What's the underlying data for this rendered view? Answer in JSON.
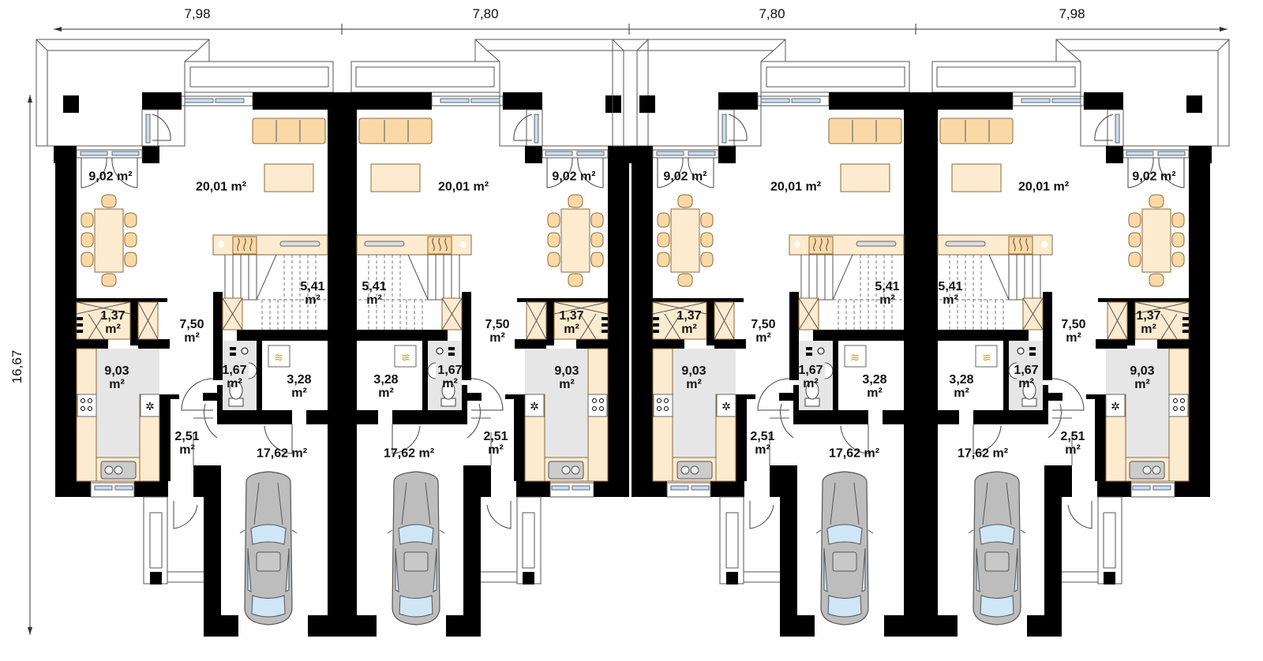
{
  "plan": {
    "type": "floor-plan",
    "description": "Ground floor plan of four terraced houses with garages",
    "dimensions": {
      "widths": [
        "7,98",
        "7,80",
        "7,80",
        "7,98"
      ],
      "depth": "16,67"
    },
    "units": [
      {
        "id": "unit-1",
        "orientation": "normal",
        "rooms": {
          "living": "20,01 m²",
          "terrace": "9,02 m²",
          "stairs": {
            "value": "5,41",
            "unit": "m²"
          },
          "pantry": {
            "value": "1,37",
            "unit": "m²"
          },
          "hall": {
            "value": "7,50",
            "unit": "m²"
          },
          "kitchen": {
            "value": "9,03",
            "unit": "m²"
          },
          "wc": {
            "value": "1,67",
            "unit": "m²"
          },
          "boiler": {
            "value": "3,28",
            "unit": "m²"
          },
          "vestibule": {
            "value": "2,51",
            "unit": "m²"
          },
          "garage": "17,62 m²"
        }
      },
      {
        "id": "unit-2",
        "orientation": "mirrored",
        "rooms": {
          "living": "20,01 m²",
          "terrace": "9,02 m²",
          "stairs": {
            "value": "5,41",
            "unit": "m²"
          },
          "pantry": {
            "value": "1,37",
            "unit": "m²"
          },
          "hall": {
            "value": "7,50",
            "unit": "m²"
          },
          "kitchen": {
            "value": "9,03",
            "unit": "m²"
          },
          "wc": {
            "value": "1,67",
            "unit": "m²"
          },
          "boiler": {
            "value": "3,28",
            "unit": "m²"
          },
          "vestibule": {
            "value": "2,51",
            "unit": "m²"
          },
          "garage": "17,62 m²"
        }
      },
      {
        "id": "unit-3",
        "orientation": "normal",
        "rooms": {
          "living": "20,01 m²",
          "terrace": "9,02 m²",
          "stairs": {
            "value": "5,41",
            "unit": "m²"
          },
          "pantry": {
            "value": "1,37",
            "unit": "m²"
          },
          "hall": {
            "value": "7,50",
            "unit": "m²"
          },
          "kitchen": {
            "value": "9,03",
            "unit": "m²"
          },
          "wc": {
            "value": "1,67",
            "unit": "m²"
          },
          "boiler": {
            "value": "3,28",
            "unit": "m²"
          },
          "vestibule": {
            "value": "2,51",
            "unit": "m²"
          },
          "garage": "17,62 m²"
        }
      },
      {
        "id": "unit-4",
        "orientation": "mirrored",
        "rooms": {
          "living": "20,01 m²",
          "terrace": "9,02 m²",
          "stairs": {
            "value": "5,41",
            "unit": "m²"
          },
          "pantry": {
            "value": "1,37",
            "unit": "m²"
          },
          "hall": {
            "value": "7,50",
            "unit": "m²"
          },
          "kitchen": {
            "value": "9,03",
            "unit": "m²"
          },
          "wc": {
            "value": "1,67",
            "unit": "m²"
          },
          "boiler": {
            "value": "3,28",
            "unit": "m²"
          },
          "vestibule": {
            "value": "2,51",
            "unit": "m²"
          },
          "garage": "17,62 m²"
        }
      }
    ],
    "icons": [
      "sofa-icon",
      "coffee-table-icon",
      "dining-table-icon",
      "fireplace-icon",
      "stairs-icon",
      "toilet-icon",
      "sink-icon",
      "stove-icon",
      "fan-icon",
      "boiler-icon",
      "car-icon",
      "door-swing-icon",
      "window-icon"
    ],
    "colors": {
      "wall": "#000000",
      "furniture": "#fbd9a6",
      "furniture_light": "#fdebd0",
      "kitchen_floor": "#e6e6e6",
      "window_glass": "#c9def2",
      "car_body": "#bdbdbd",
      "car_glass": "#cfe6f6"
    }
  }
}
